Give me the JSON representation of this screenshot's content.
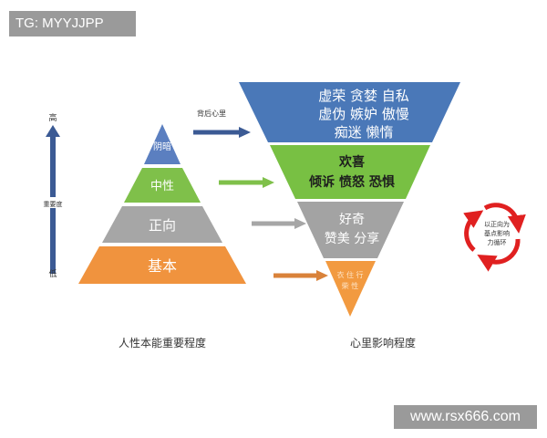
{
  "watermarks": {
    "top": "TG: MYYJJPP",
    "bottom": "www.rsx666.com"
  },
  "scale": {
    "high": "高",
    "middle": "重要度",
    "low": "低"
  },
  "pyramid": {
    "levels": [
      {
        "label": "阴暗",
        "color": "#5b7fc0"
      },
      {
        "label": "中性",
        "color": "#7fc04a"
      },
      {
        "label": "正向",
        "color": "#a6a6a6"
      },
      {
        "label": "基本",
        "color": "#f0933e"
      }
    ],
    "caption": "人性本能重要程度"
  },
  "arrow_label": "背后心里",
  "inverted": {
    "levels": [
      {
        "lines": [
          "虚荣 贪婪 自私",
          "虚伪 嫉妒 傲慢",
          "痴迷 懒惰"
        ],
        "color": "#4a78b8"
      },
      {
        "lines": [
          "欢喜",
          "倾诉 愤怒 恐惧"
        ],
        "color": "#78c043"
      },
      {
        "lines": [
          "好奇",
          "赞美 分享"
        ],
        "color": "#a3a3a3"
      },
      {
        "lines": [
          "衣 住 行",
          "柴 性"
        ],
        "color": "#f29a40"
      }
    ],
    "caption": "心里影响程度"
  },
  "cycle_label": [
    "以正向为",
    "基点影响",
    "力循环"
  ],
  "colors": {
    "scale_arrow": "#3b5a94",
    "arrow_blue": "#3b5a94",
    "arrow_green": "#7fc04a",
    "arrow_gray": "#a6a6a6",
    "arrow_orange": "#d9823a",
    "cycle_red": "#e02020"
  }
}
